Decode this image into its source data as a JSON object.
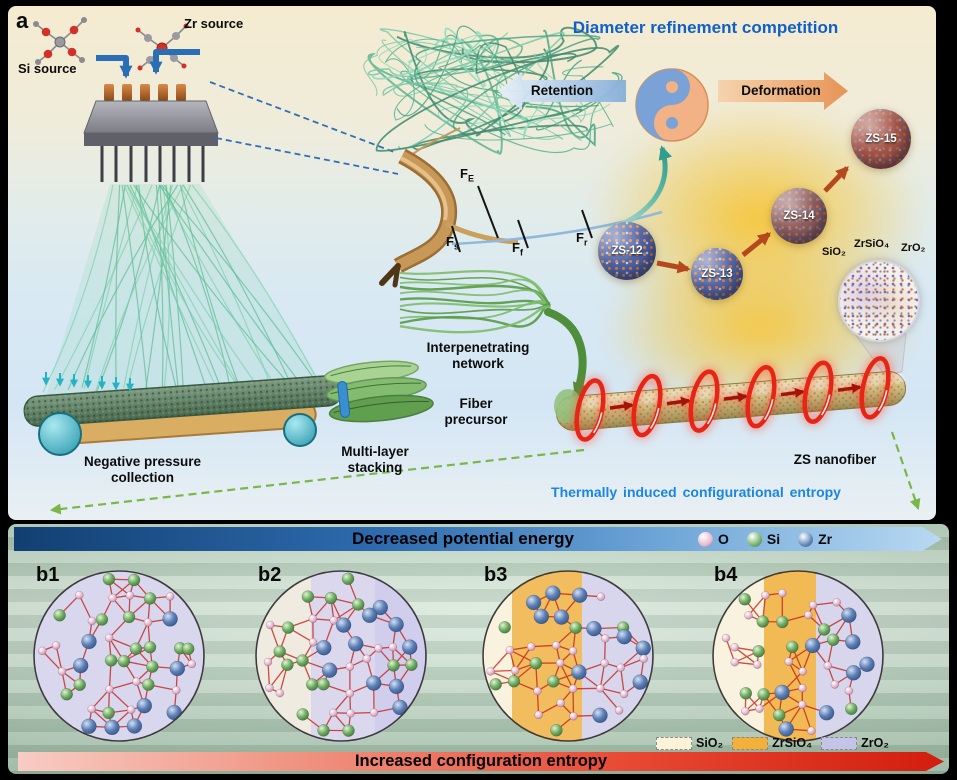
{
  "colors": {
    "title_blue": "#1060c8",
    "caption_blue": "#1b86e0"
  },
  "panel_a": {
    "label": "a",
    "si_source": "Si source",
    "zr_source": "Zr source",
    "diameter_title": "Diameter refinement competition",
    "retention": "Retention",
    "deformation": "Deformation",
    "forces": [
      {
        "base": "F",
        "sub": "E"
      },
      {
        "base": "F",
        "sub": "s"
      },
      {
        "base": "F",
        "sub": "f"
      },
      {
        "base": "F",
        "sub": "r"
      }
    ],
    "zs_spheres": [
      {
        "label": "ZS-12",
        "base_color": "#4f63a8",
        "dot_color": "#e08a46",
        "dot_color2": "#c8d0e8"
      },
      {
        "label": "ZS-13",
        "base_color": "#5568aa",
        "dot_color": "#de8243",
        "dot_color2": "#d8c8b8"
      },
      {
        "label": "ZS-14",
        "base_color": "#8a5f63",
        "dot_color": "#d4714a",
        "dot_color2": "#7b8cc4"
      },
      {
        "label": "ZS-15",
        "base_color": "#a2554b",
        "dot_color": "#c86a3c",
        "dot_color2": "#8a9ccc"
      }
    ],
    "inset_phases": [
      "SiO₂",
      "ZrSiO₄",
      "ZrO₂"
    ],
    "negative_pressure": "Negative pressure\ncollection",
    "multilayer": "Multi-layer\nstacking",
    "interpenetrating": "Interpenetrating\nnetwork",
    "fiber_precursor": "Fiber\nprecursor",
    "zs_nanofiber": "ZS nanofiber",
    "thermal_caption": "Thermally induced configurational entropy"
  },
  "panel_b": {
    "top_arrow": "Decreased potential energy",
    "bottom_arrow": "Increased configuration entropy",
    "atom_legend": [
      {
        "symbol": "O",
        "color": "#e4b6ca"
      },
      {
        "symbol": "Si",
        "color": "#6fae62"
      },
      {
        "symbol": "Zr",
        "color": "#5b7fb5"
      }
    ],
    "subpanels": [
      {
        "label": "b1"
      },
      {
        "label": "b2"
      },
      {
        "label": "b3"
      },
      {
        "label": "b4"
      }
    ],
    "phase_legend": [
      {
        "label": "SiO₂",
        "color": "#faf3da"
      },
      {
        "label": "ZrSiO₄",
        "color": "#f1b13a"
      },
      {
        "label": "ZrO₂",
        "color": "#c4c4e8"
      }
    ]
  }
}
